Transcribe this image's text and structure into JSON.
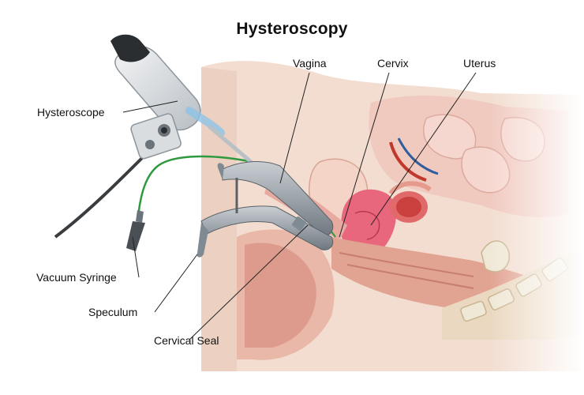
{
  "title": "Hysteroscopy",
  "labels": {
    "vagina": "Vagina",
    "cervix": "Cervix",
    "uterus": "Uterus",
    "hysteroscope": "Hysteroscope",
    "vacuum_syringe": "Vacuum Syringe",
    "speculum": "Speculum",
    "cervical_seal": "Cervical Seal"
  },
  "colors": {
    "skin": "#f2ddd0",
    "tissue": "#e8b3a8",
    "uterus": "#e8677c",
    "instrument": "#7f8a93",
    "tube": "#2d9a3f",
    "bone": "#f0e8d6"
  }
}
